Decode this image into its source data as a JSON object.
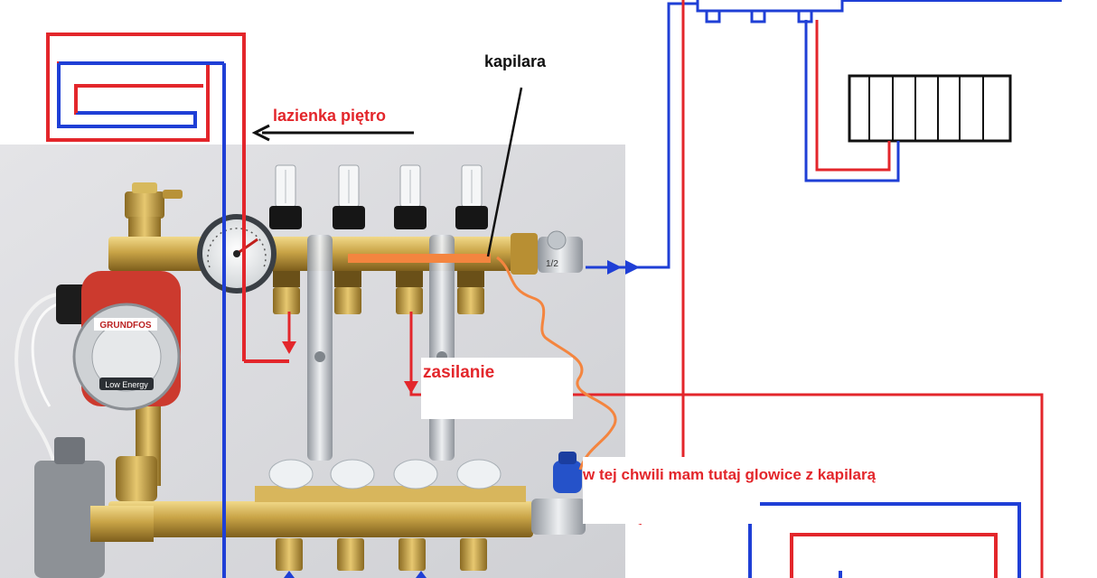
{
  "labels": {
    "bathroom": "lazienka piętro",
    "capillary": "kapilara",
    "supply": "zasilanie",
    "note": "w tej chwili mam tutaj glowice z kapilarą"
  },
  "gauge_text": {
    "pump_brand": "GRUNDFOS",
    "pump_badge": "Low Energy",
    "valve_mark": "1/2"
  },
  "colors": {
    "supply_line": "#e3262b",
    "return_line": "#1f3fd6",
    "capillary_line": "#f4853f",
    "label_dark": "#111111",
    "label_red": "#e3262b",
    "photo_background": "#dcdcdf",
    "brass": "#c9a447"
  },
  "icons": {
    "radiator": "radiator-icon",
    "pump": "circulation-pump-icon",
    "thermometer": "thermometer-gauge-icon"
  }
}
